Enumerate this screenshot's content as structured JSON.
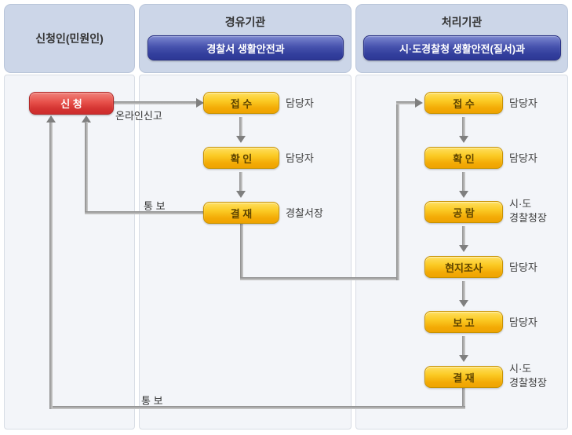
{
  "columns": [
    {
      "title": "신청인(민원인)"
    },
    {
      "title": "경유기관",
      "dept": "경찰서 생활안전과"
    },
    {
      "title": "처리기관",
      "dept": "시·도경찰청 생활안전(질서)과"
    }
  ],
  "applicant": {
    "label": "신 청"
  },
  "via_flow": [
    {
      "label": "접 수",
      "actor": "담당자"
    },
    {
      "label": "확 인",
      "actor": "담당자"
    },
    {
      "label": "결 재",
      "actor": "경찰서장"
    }
  ],
  "processing_flow": [
    {
      "label": "접 수",
      "actor": "담당자"
    },
    {
      "label": "확 인",
      "actor": "담당자"
    },
    {
      "label": "공 람",
      "actor": "시·도\n경찰청장"
    },
    {
      "label": "현지조사",
      "actor": "담당자"
    },
    {
      "label": "보 고",
      "actor": "담당자"
    },
    {
      "label": "결 재",
      "actor": "시·도\n경찰청장"
    }
  ],
  "connector_labels": {
    "online": "온라인신고",
    "notify_via": "통 보",
    "notify_processing": "통 보"
  },
  "colors": {
    "header_bg": "#ccd6e8",
    "panel_bg": "#f3f5f9",
    "panel_border": "#d8dde5",
    "dept_btn_top": "#7c87d0",
    "dept_btn_bottom": "#2d3896",
    "node_yellow_top": "#ffe060",
    "node_yellow_bottom": "#efa301",
    "node_yellow_text": "#5c4300",
    "node_red_top": "#f0837b",
    "node_red_bottom": "#ce2d2d",
    "line_gray": "#8c8c8c"
  }
}
